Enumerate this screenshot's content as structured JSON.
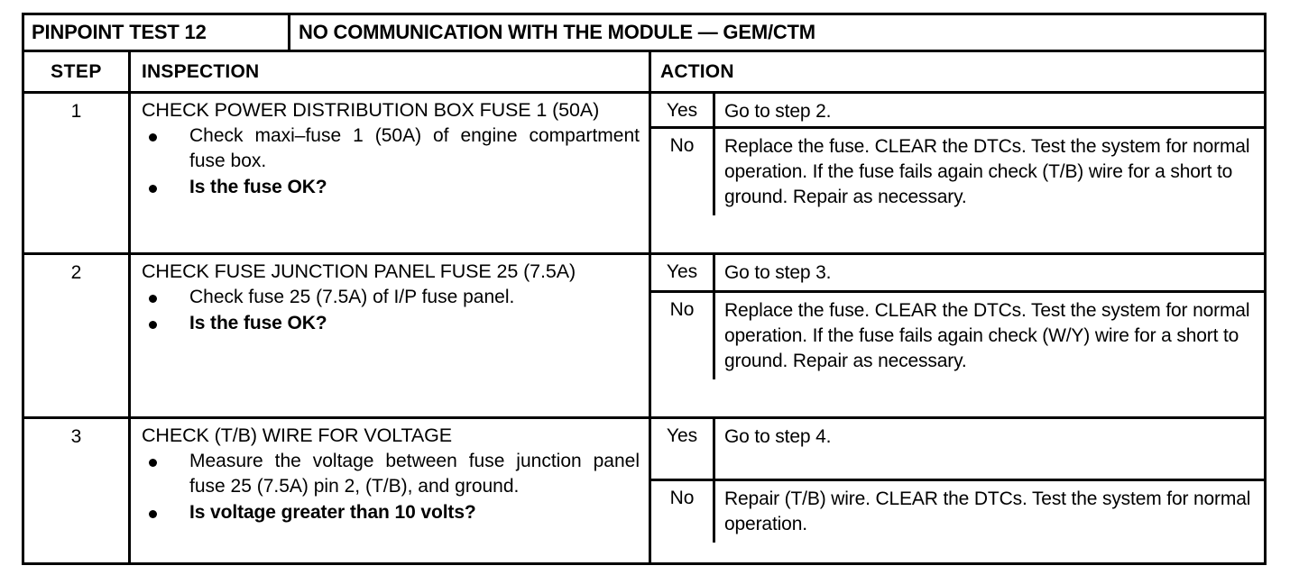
{
  "title": {
    "test_label": "PINPOINT TEST 12",
    "test_name": "NO COMMUNICATION WITH THE MODULE — GEM/CTM"
  },
  "columns": {
    "step": "STEP",
    "inspection": "INSPECTION",
    "action": "ACTION"
  },
  "answers": {
    "yes": "Yes",
    "no": "No"
  },
  "steps": [
    {
      "number": "1",
      "heading": "CHECK POWER DISTRIBUTION BOX FUSE 1 (50A)",
      "bullets": [
        "Check maxi–fuse 1 (50A) of engine compartment fuse box.",
        "Is the fuse OK?"
      ],
      "yes_action": "Go to step 2.",
      "no_action": "Replace the fuse. CLEAR the DTCs. Test the system for normal operation. If the fuse fails again check (T/B) wire for a short to ground. Repair as necessary."
    },
    {
      "number": "2",
      "heading": "CHECK FUSE JUNCTION PANEL FUSE 25 (7.5A)",
      "bullets": [
        "Check fuse 25 (7.5A) of I/P fuse panel.",
        "Is the fuse OK?"
      ],
      "yes_action": "Go to step 3.",
      "no_action": "Replace the fuse. CLEAR the DTCs. Test the system for normal operation. If the fuse fails again check (W/Y) wire for a short to ground. Repair as necessary."
    },
    {
      "number": "3",
      "heading": "CHECK (T/B) WIRE FOR VOLTAGE",
      "bullets": [
        "Measure the voltage between fuse junction panel fuse 25 (7.5A) pin 2, (T/B), and ground.",
        "Is voltage greater than 10 volts?"
      ],
      "yes_action": "Go to step 4.",
      "no_action": "Repair (T/B) wire. CLEAR the DTCs. Test the system for normal operation."
    }
  ]
}
